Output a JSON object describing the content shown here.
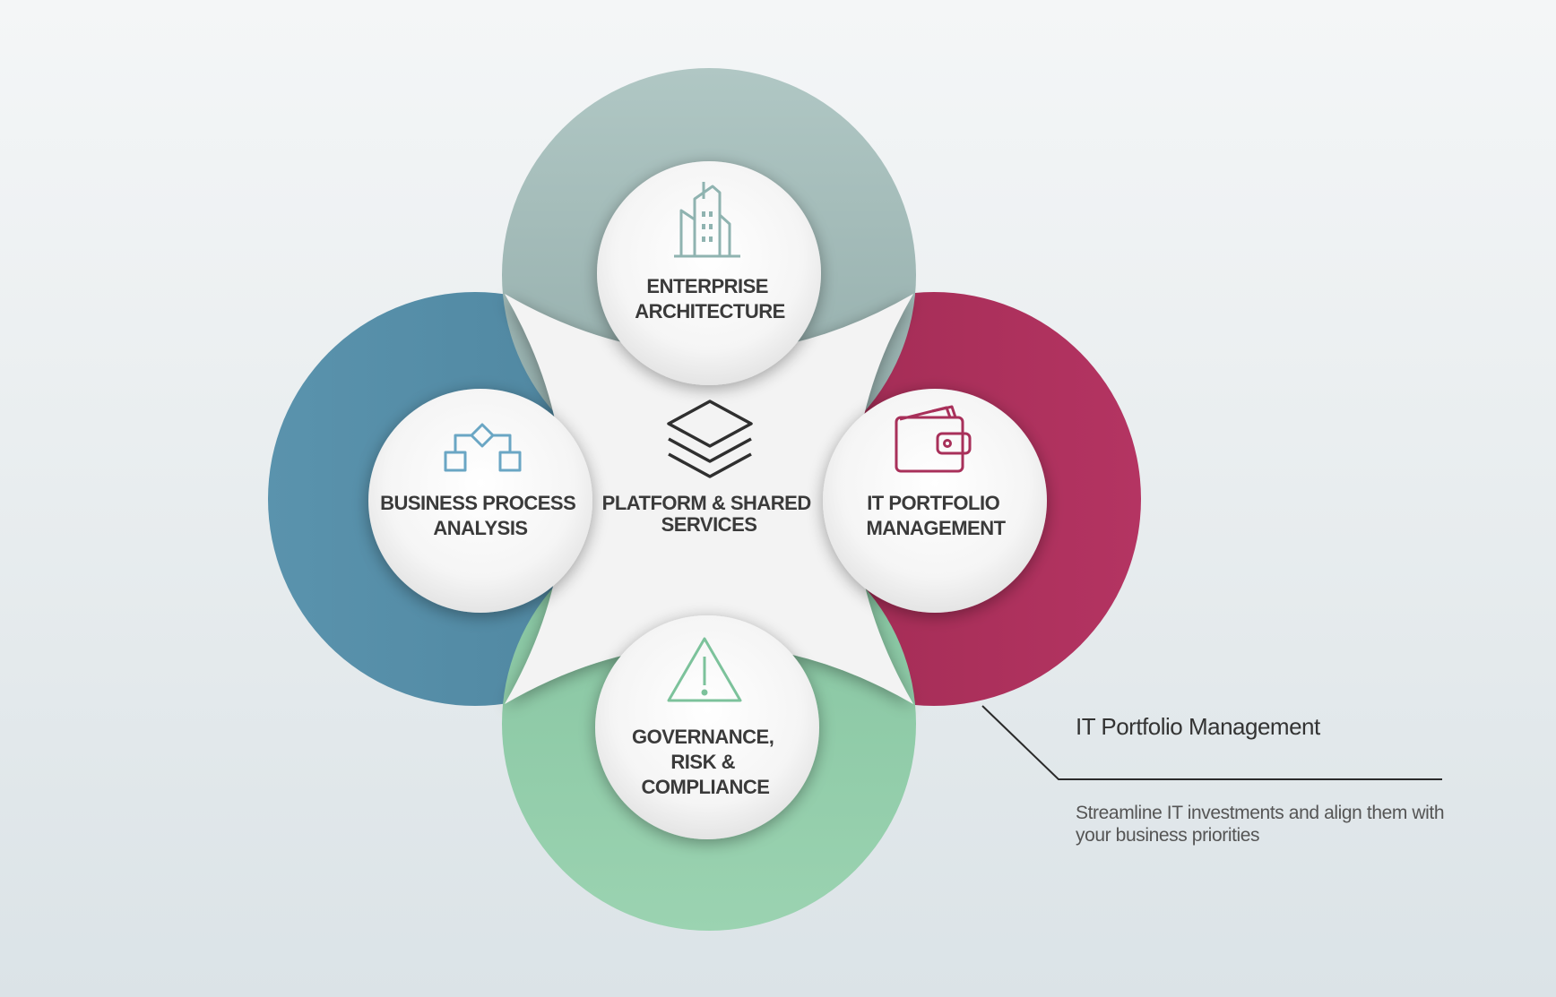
{
  "colors": {
    "enterprise_architecture": "#aac3c0",
    "business_process_analysis": "#5e99b2",
    "it_portfolio_management": "#a8305a",
    "governance_risk_compliance": "#96cfae",
    "center": "#f3f3f3"
  },
  "nodes": {
    "center": {
      "lines": [
        "PLATFORM & SHARED",
        "SERVICES"
      ],
      "icon": "stacked-layers-icon"
    },
    "top": {
      "lines": [
        "ENTERPRISE",
        "ARCHITECTURE"
      ],
      "icon": "buildings-icon"
    },
    "left": {
      "lines": [
        "BUSINESS PROCESS",
        "ANALYSIS"
      ],
      "icon": "flowchart-icon"
    },
    "right": {
      "lines": [
        "IT PORTFOLIO",
        "MANAGEMENT"
      ],
      "icon": "wallet-icon"
    },
    "bottom": {
      "lines": [
        "GOVERNANCE,",
        "RISK &",
        "COMPLIANCE"
      ],
      "icon": "warning-triangle-icon"
    }
  },
  "callout": {
    "title": "IT Portfolio Management",
    "description": "Streamline IT investments and align them with your business priorities"
  }
}
